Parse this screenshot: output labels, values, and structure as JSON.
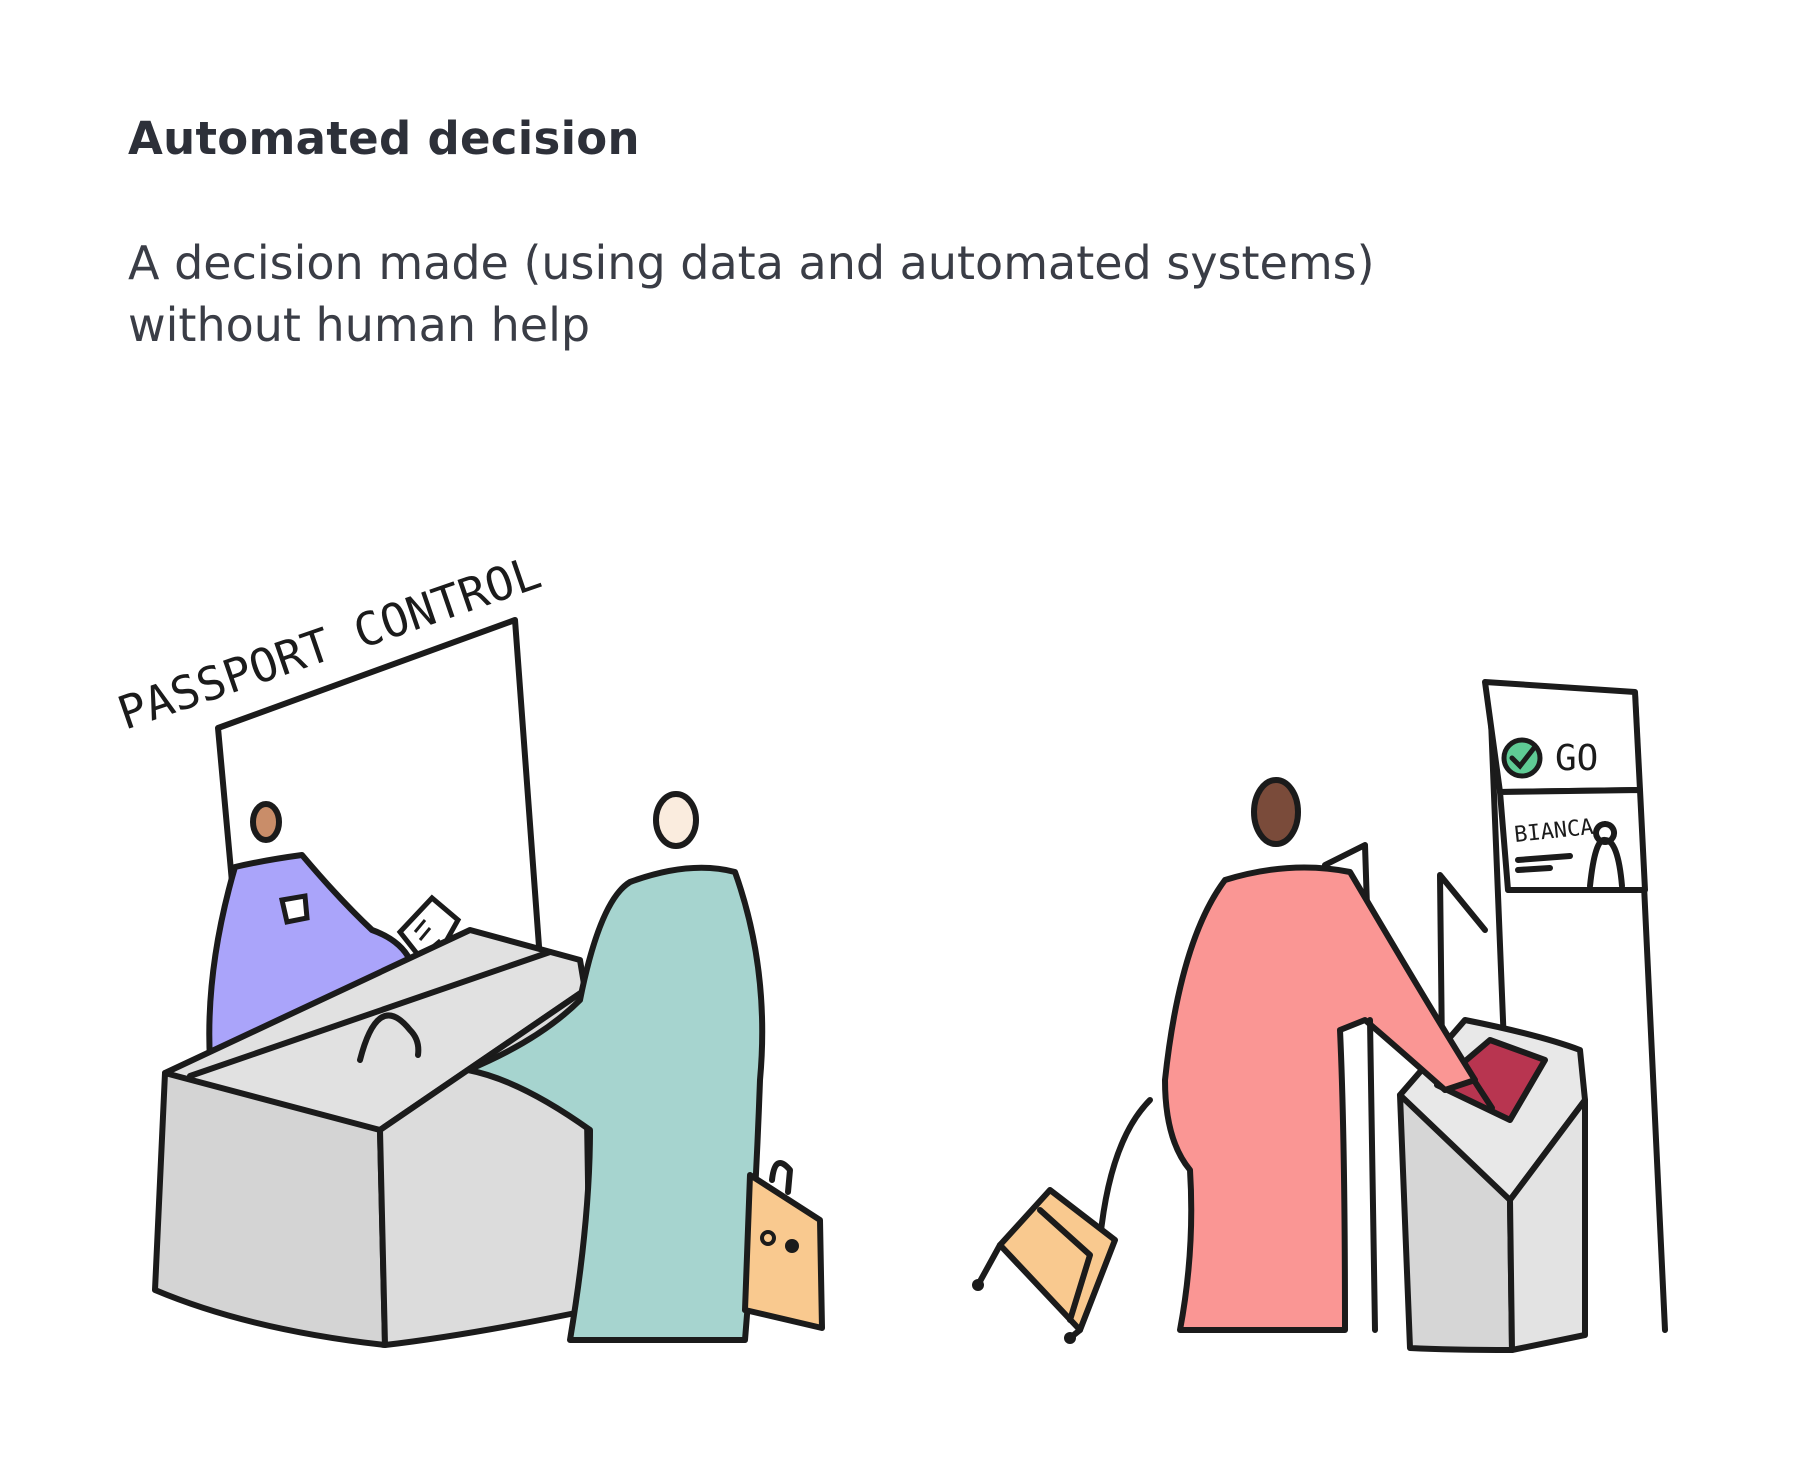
{
  "term": "Automated decision",
  "definition": {
    "line1": "A decision made (using data and automated systems)",
    "line2": "without human help"
  },
  "illustration": {
    "sign_text": "PASSPORT CONTROL",
    "screen_status": "GO",
    "screen_name": "BIANCA",
    "colors": {
      "officer": "#aaa4fa",
      "traveller_left": "#a6d4cf",
      "traveller_right": "#fa9694",
      "desk": "#dcdcdc",
      "luggage": "#f9c98f",
      "passport": "#b83550",
      "check": "#5fcb95"
    }
  }
}
